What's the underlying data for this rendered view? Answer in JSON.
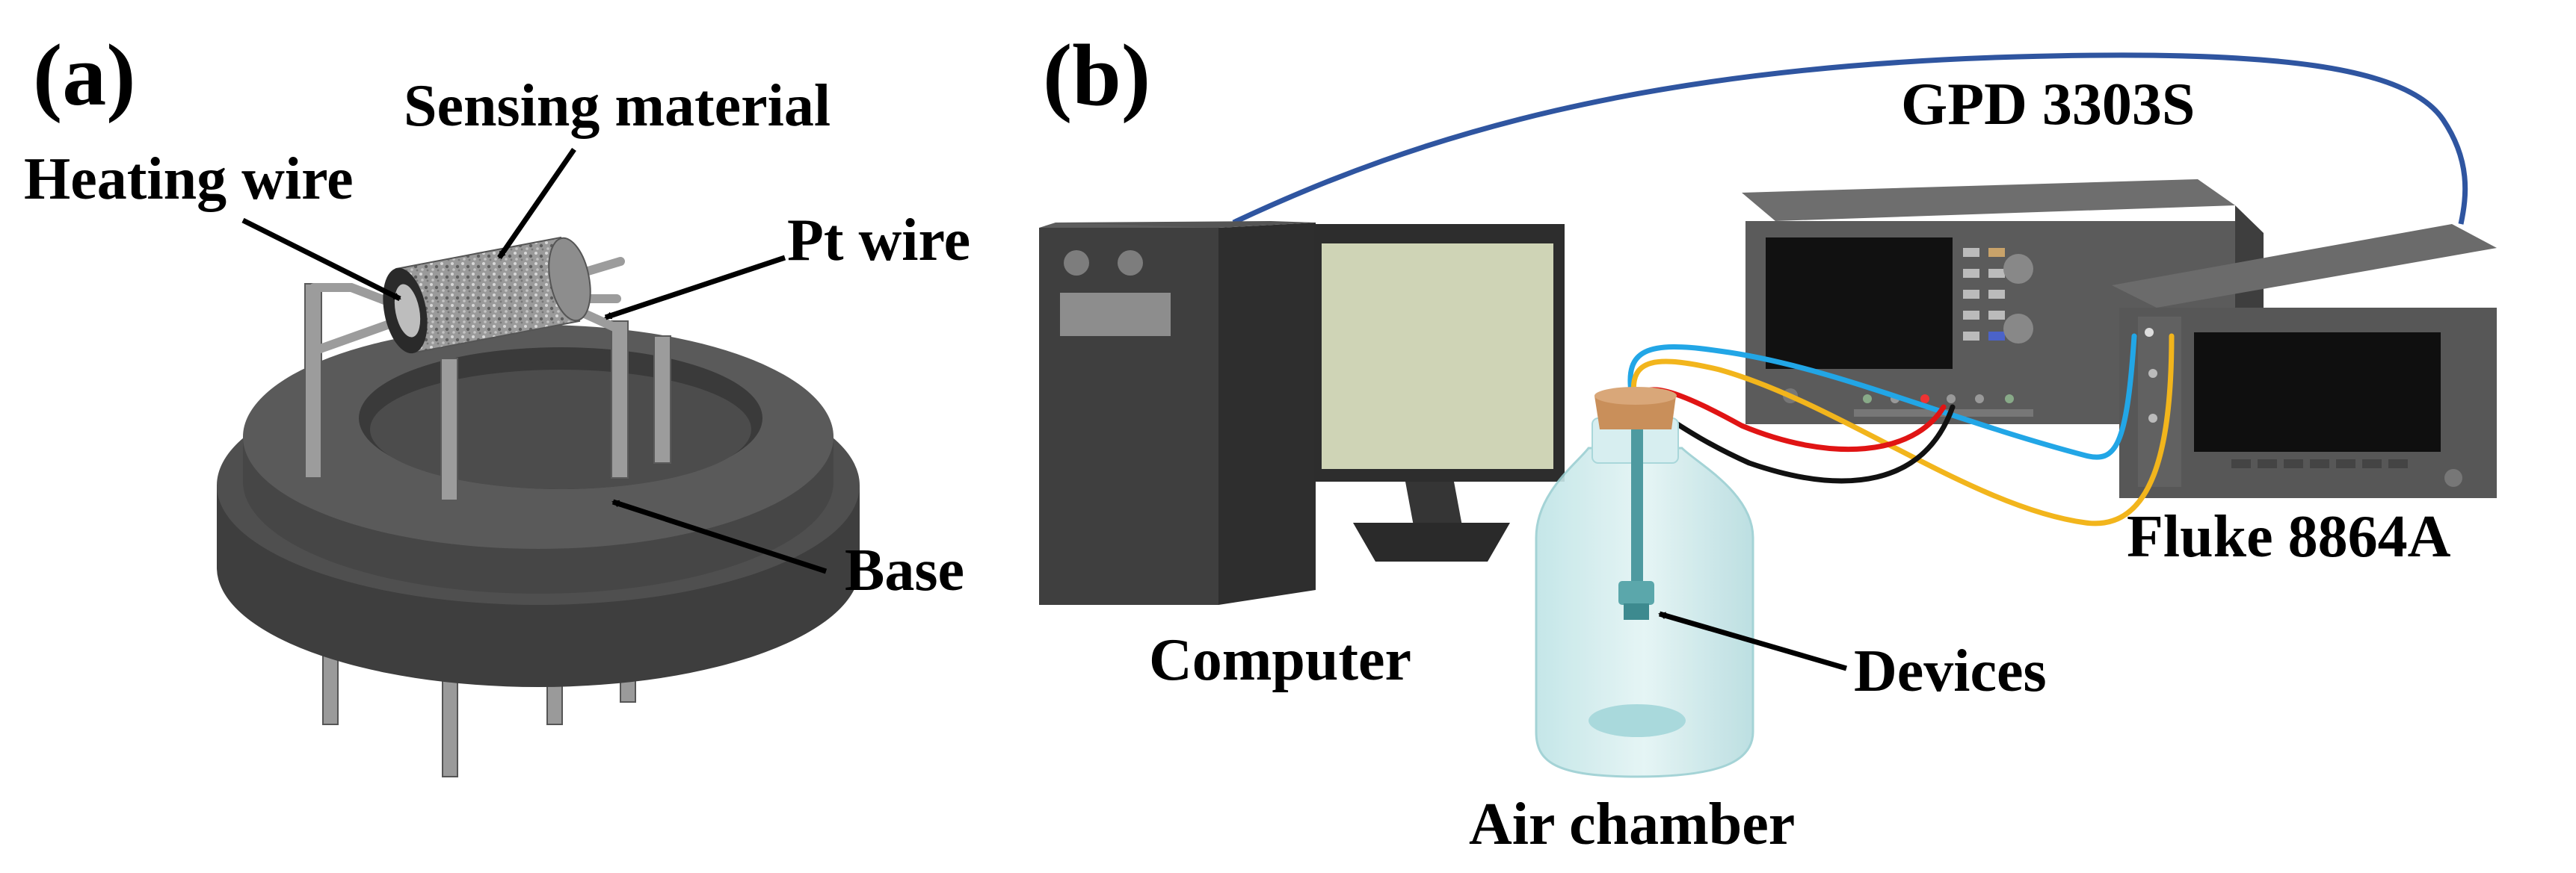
{
  "panel_a": {
    "label": "(a)",
    "annotations": {
      "sensing_material": "Sensing material",
      "heating_wire": "Heating wire",
      "pt_wire": "Pt wire",
      "base": "Base"
    }
  },
  "panel_b": {
    "label": "(b)",
    "annotations": {
      "power_supply": "GPD 3303S",
      "multimeter": "Fluke 8864A",
      "computer": "Computer",
      "devices": "Devices",
      "air_chamber": "Air chamber"
    }
  },
  "colors": {
    "base_body": "#4a4a4a",
    "base_top": "#565656",
    "instrument_body": "#5a5a5a",
    "screen_dark": "#121212",
    "monitor_screen": "#cdd3b4",
    "cable_blue": "#2f55a0",
    "wire_cyan": "#22a6e6",
    "wire_yellow": "#f2b51c",
    "wire_red": "#e01414",
    "wire_black": "#111111",
    "chamber_glass": "#cdeaec"
  }
}
